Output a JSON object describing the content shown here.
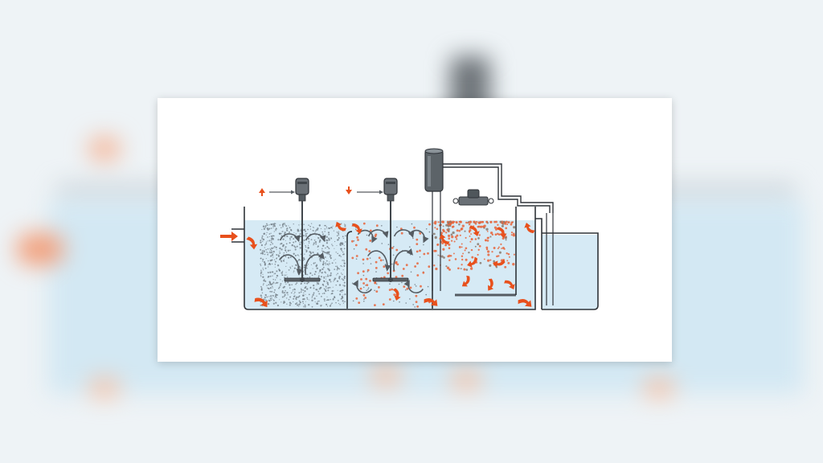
{
  "diagram": {
    "background_color": "#ffffff",
    "water_color": "#d6eaf5",
    "outline_color": "#2f3338",
    "flow_arrow_color": "#e8501c",
    "floc_particle_color": "#e8643a",
    "fine_particle_color": "#6f7a82",
    "stages": [
      {
        "id": "rapid-mix",
        "particles": "fine-grey"
      },
      {
        "id": "flocculation",
        "particles": "mixed-orange"
      },
      {
        "id": "settling",
        "particles": "orange-flocs"
      },
      {
        "id": "outlet",
        "particles": "none"
      }
    ],
    "icons": [
      "inlet-arrow-icon",
      "mixer-motor-icon",
      "impeller-icon",
      "chemical-dosing-tank-icon",
      "pump-icon",
      "flow-arrow-icon"
    ]
  }
}
